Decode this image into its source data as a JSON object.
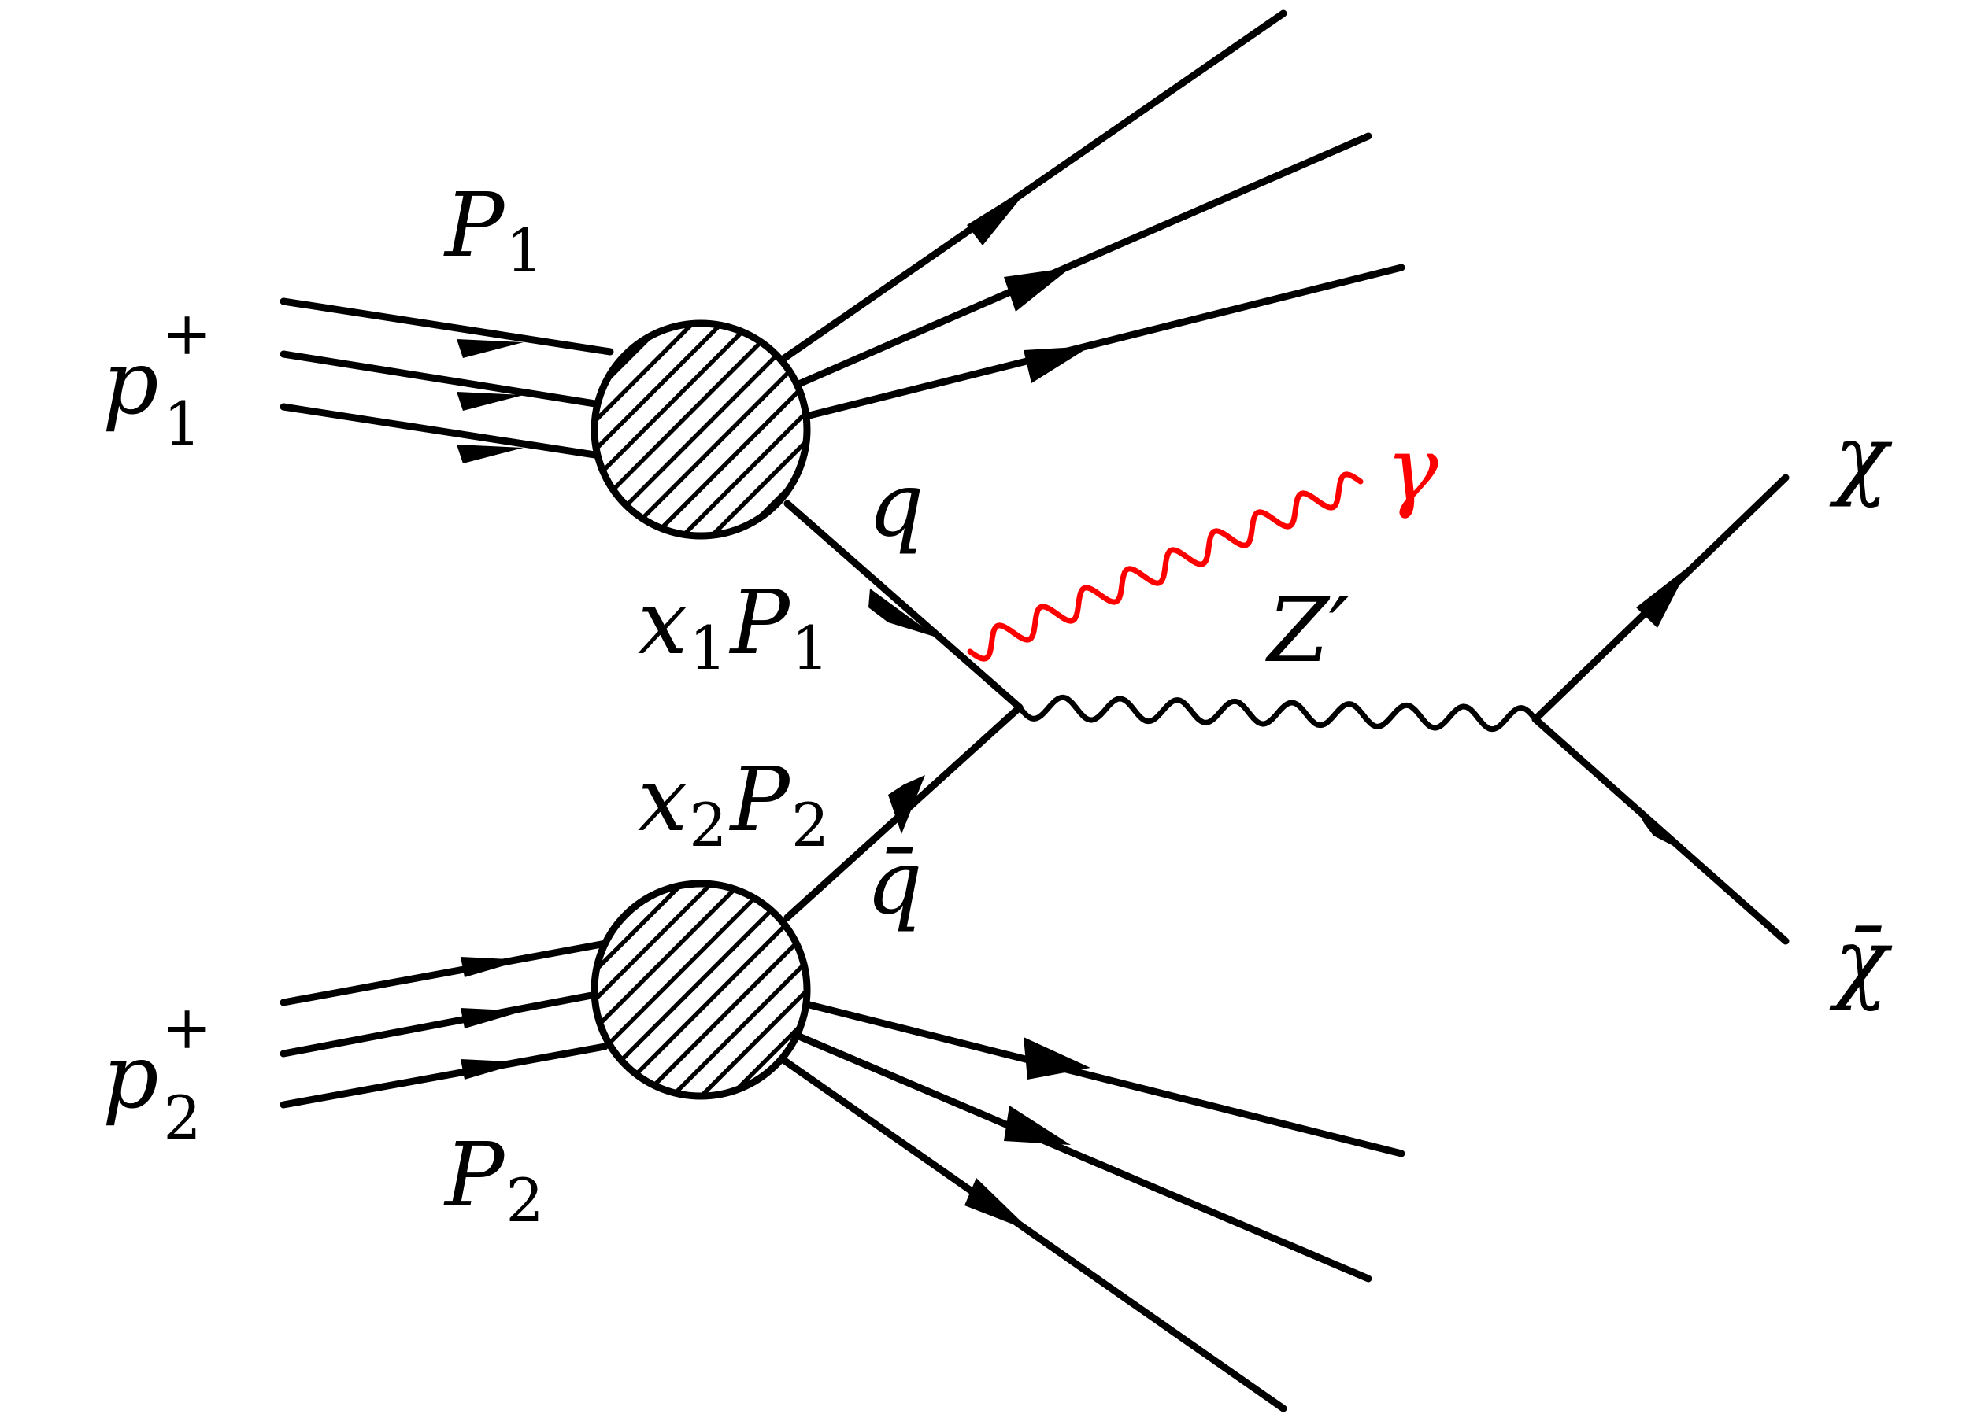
{
  "diagram": {
    "labels": {
      "p1": {
        "base": "p",
        "sub": "1",
        "sup": "+"
      },
      "p2": {
        "base": "p",
        "sub": "2",
        "sup": "+"
      },
      "P1": {
        "base": "P",
        "sub": "1"
      },
      "P2": {
        "base": "P",
        "sub": "2"
      },
      "x1P1": {
        "x": "x",
        "xsub": "1",
        "P": "P",
        "Psub": "1"
      },
      "x2P2": {
        "x": "x",
        "xsub": "2",
        "P": "P",
        "Psub": "2"
      },
      "q": "q",
      "qbar": "q̄",
      "gamma": "γ",
      "zprime": "Z′",
      "chi": "χ",
      "chibar": "χ̄"
    },
    "colors": {
      "photon": "#ff0000",
      "lines": "#000000",
      "background": "#ffffff"
    }
  }
}
